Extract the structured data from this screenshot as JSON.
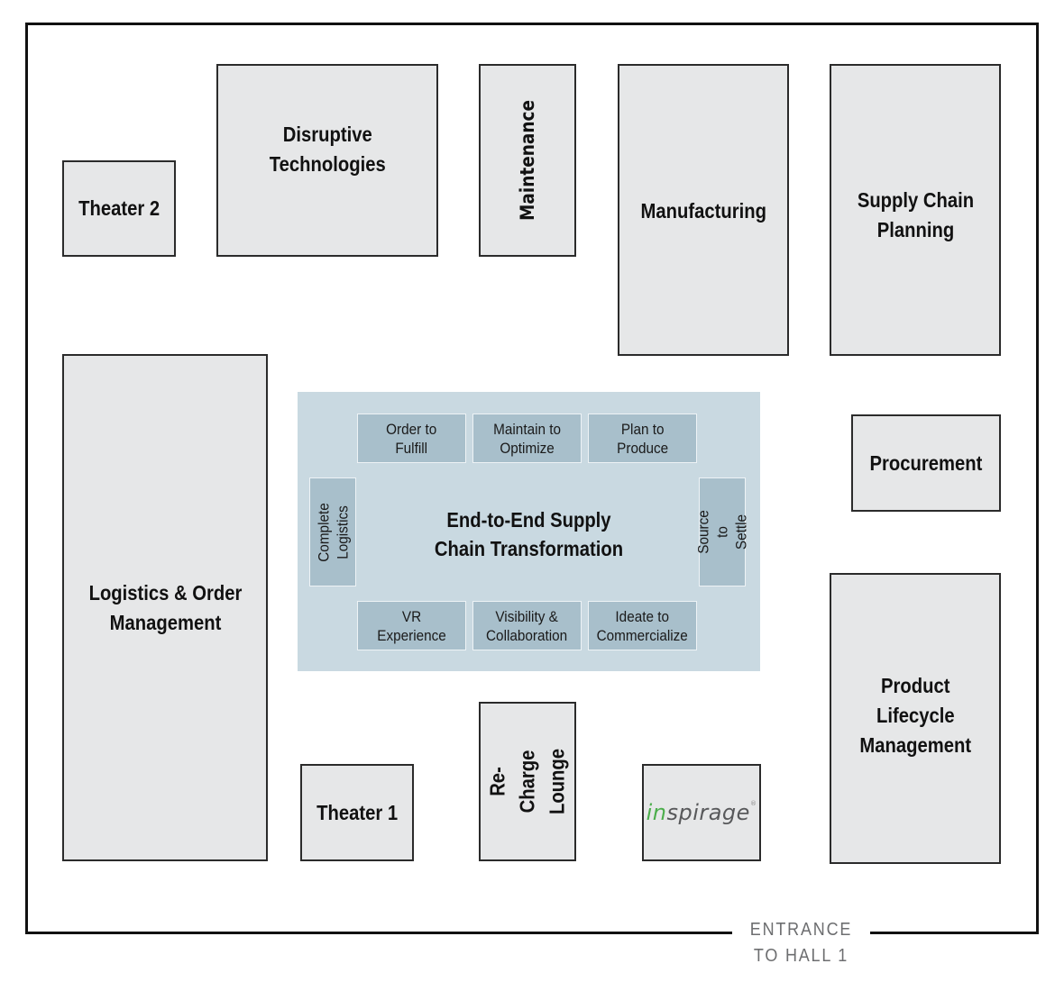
{
  "floorplan": {
    "entrance_line1": "ENTRANCE",
    "entrance_line2": "TO HALL 1",
    "booths": {
      "theater2": "Theater 2",
      "disruptive": "Disruptive\nTechnologies",
      "maintenance": "Maintenance",
      "manufacturing": "Manufacturing",
      "supply_chain_planning": "Supply Chain\nPlanning",
      "logistics": "Logistics & Order\nManagement",
      "procurement": "Procurement",
      "plm": "Product\nLifecycle\nManagement",
      "theater1": "Theater 1",
      "recharge": "Re-Charge\nLounge"
    },
    "sponsor_logo": {
      "accent_text": "in",
      "rest_text": "spirage",
      "registered": "®",
      "accent_color": "#4cae4c"
    },
    "central": {
      "title": "End-to-End Supply\nChain Transformation",
      "tiles": {
        "order_to_fulfill": "Order to\nFulfill",
        "maintain_to_optimize": "Maintain to\nOptimize",
        "plan_to_produce": "Plan to\nProduce",
        "complete_logistics": "Complete\nLogistics",
        "source_to_settle": "Source to\nSettle",
        "vr_experience": "VR\nExperience",
        "visibility_collaboration": "Visibility &\nCollaboration",
        "ideate_to_commercialize": "Ideate to\nCommercialize"
      }
    }
  }
}
